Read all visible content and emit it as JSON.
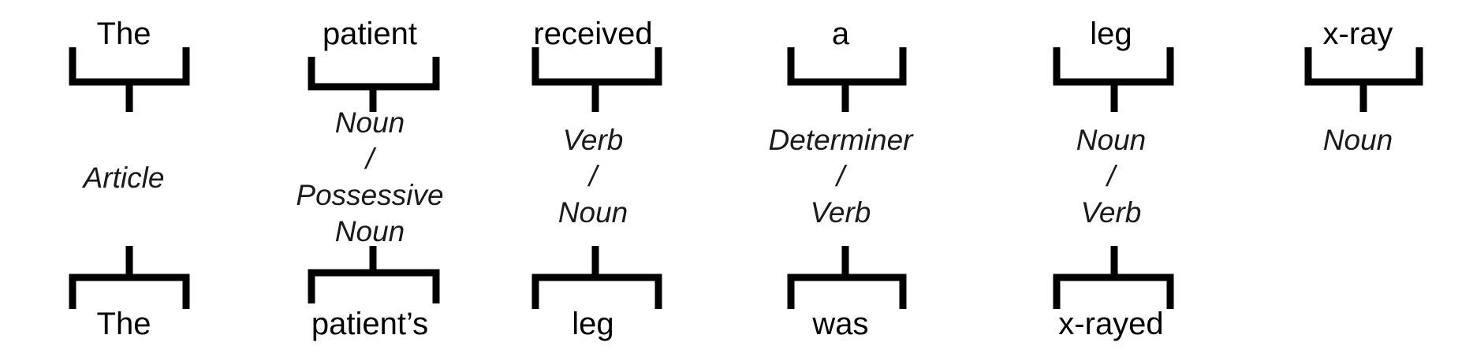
{
  "columns": [
    {
      "top_word": "The",
      "pos_lines": [
        "Article"
      ],
      "bottom_word": "The"
    },
    {
      "top_word": "patient",
      "pos_lines": [
        "Noun",
        "/",
        "Possessive",
        "Noun"
      ],
      "bottom_word": "patient’s"
    },
    {
      "top_word": "received",
      "pos_lines": [
        "Verb",
        "/",
        "Noun"
      ],
      "bottom_word": "leg"
    },
    {
      "top_word": "a",
      "pos_lines": [
        "Determiner",
        "/",
        "Verb"
      ],
      "bottom_word": "was"
    },
    {
      "top_word": "leg",
      "pos_lines": [
        "Noun",
        "/",
        "Verb"
      ],
      "bottom_word": "x-rayed"
    },
    {
      "top_word": "x-ray",
      "pos_lines": [
        "Noun"
      ],
      "bottom_word": ""
    }
  ]
}
